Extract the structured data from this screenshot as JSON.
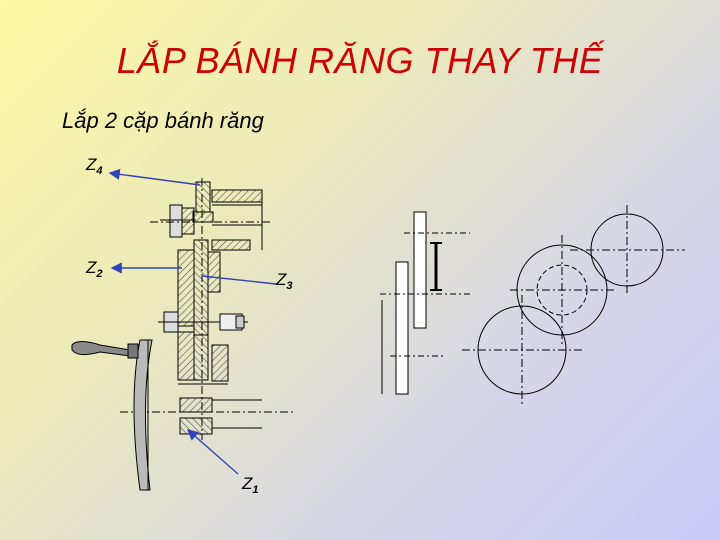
{
  "title": "LẮP BÁNH RĂNG THAY THẾ",
  "subtitle": "Lắp 2 cặp bánh răng",
  "labels": {
    "z4": {
      "base": "Z",
      "sub": "4"
    },
    "z2": {
      "base": "Z",
      "sub": "2"
    },
    "z3": {
      "base": "Z",
      "sub": "3"
    },
    "z1": {
      "base": "Z",
      "sub": "1"
    }
  },
  "colors": {
    "title": "#cc0000",
    "leader_arrow": "#3344bb",
    "hatch": "#555555",
    "crank_handle": "#8a8a8a"
  }
}
